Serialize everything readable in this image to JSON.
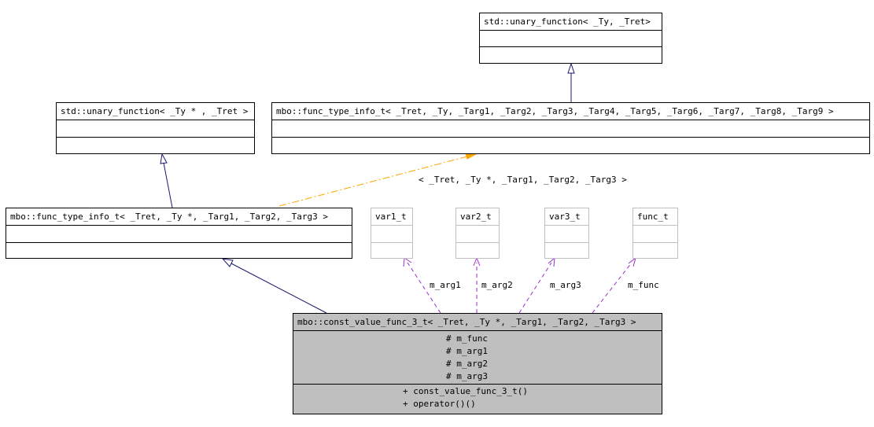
{
  "classes": {
    "unary_fn_tret": {
      "name": "std::unary_function< _Ty, _Tret>"
    },
    "unary_fn_typtr": {
      "name": "std::unary_function< _Ty * , _Tret >"
    },
    "func_type_info_full": {
      "name": "mbo::func_type_info_t< _Tret, _Ty, _Targ1, _Targ2, _Targ3, _Targ4, _Targ5, _Targ6, _Targ7, _Targ8, _Targ9 >"
    },
    "func_type_info_3": {
      "name": "mbo::func_type_info_t< _Tret, _Ty *, _Targ1, _Targ2, _Targ3 >"
    },
    "var1_t": {
      "name": "var1_t"
    },
    "var2_t": {
      "name": "var2_t"
    },
    "var3_t": {
      "name": "var3_t"
    },
    "func_t": {
      "name": "func_t"
    },
    "const_value_func": {
      "name": "mbo::const_value_func_3_t< _Tret, _Ty *, _Targ1, _Targ2, _Targ3 >",
      "attributes": [
        "# m_func",
        "# m_arg1",
        "# m_arg2",
        "# m_arg3"
      ],
      "methods": [
        "+ const_value_func_3_t()",
        "+ operator()()"
      ]
    }
  },
  "edge_labels": {
    "template_binding": "< _Tret, _Ty *, _Targ1, _Targ2, _Targ3 >",
    "m_arg1": "m_arg1",
    "m_arg2": "m_arg2",
    "m_arg3": "m_arg3",
    "m_func": "m_func"
  },
  "colors": {
    "inheritance": "#191970",
    "template": "#ffa500",
    "usage": "#9a32cd",
    "main_fill": "#bfbfbf"
  }
}
